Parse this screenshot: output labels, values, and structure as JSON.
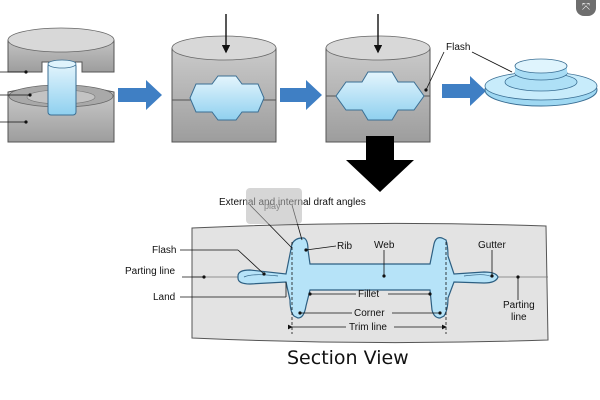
{
  "labels": {
    "flash_top": "Flash",
    "draft_angles": "External and internal draft angles",
    "rib": "Rib",
    "web": "Web",
    "gutter": "Gutter",
    "flash_side": "Flash",
    "parting_line_left": "Parting line",
    "land": "Land",
    "fillet": "Fillet",
    "corner": "Corner",
    "trim_line": "Trim line",
    "parting_line_right_1": "Parting",
    "parting_line_right_2": "line",
    "section_view": "Section View"
  },
  "overlay": {
    "play_hint": "play",
    "corner_glyph": "⤧"
  },
  "colors": {
    "die_gray": "#bdbdbd",
    "die_dark": "#8c8c8c",
    "workpiece_blue": "#b6e3f8",
    "arrow_blue": "#3f7fc4",
    "section_fill": "#e3e3e3"
  },
  "icons": {
    "flow_arrow": "blue-right-arrow",
    "down_arrow": "black-down-arrow",
    "corner_button": "expand-icon"
  }
}
